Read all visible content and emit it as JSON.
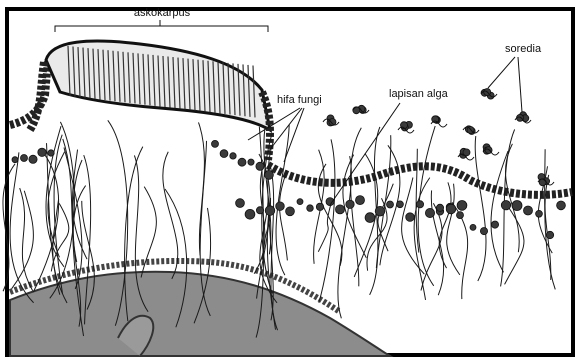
{
  "labels": {
    "askokarpus": "askokarpus",
    "hifa_fungi": "hifa fungi",
    "lapisan_alga": "lapisan alga",
    "soredia": "soredia"
  },
  "colors": {
    "ink": "#1a1a1a",
    "hypha_fill": "#f4f4f4",
    "alga": "#3a3a3a",
    "substrate": "#8c8c8c",
    "background": "#ffffff"
  }
}
